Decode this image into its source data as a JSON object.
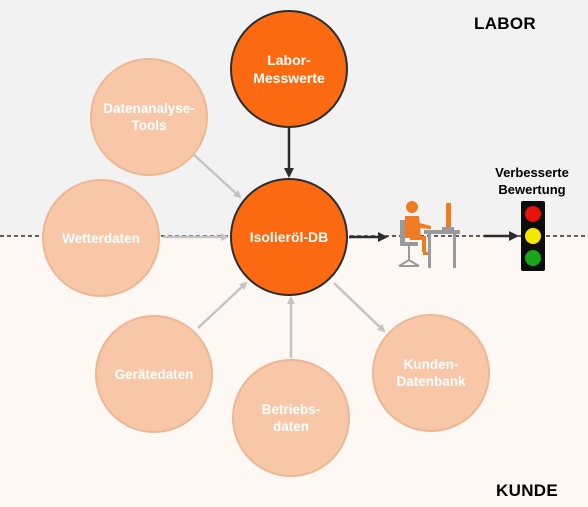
{
  "zones": {
    "top_label": "LABOR",
    "bottom_label": "KUNDE"
  },
  "nodes": {
    "lab_values": "Labor-\nMesswerte",
    "analysis_tools": "Datenanalyse-\nTools",
    "weather_data": "Wetterdaten",
    "device_data": "Gerätedaten",
    "operating_data": "Betriebs-\ndaten",
    "customer_db": "Kunden-\nDatenbank",
    "hub": "Isolieröl-DB"
  },
  "result_label": "Verbesserte\nBewertung",
  "traffic_light": {
    "colors": [
      "#e8120c",
      "#f5e800",
      "#1aa61a"
    ]
  },
  "colors": {
    "hub_orange": "#fb6a11",
    "peripheral_peach": "#f8c7a8",
    "connector_gray": "#c4c4c4",
    "connector_dark": "#2d2d2d"
  }
}
